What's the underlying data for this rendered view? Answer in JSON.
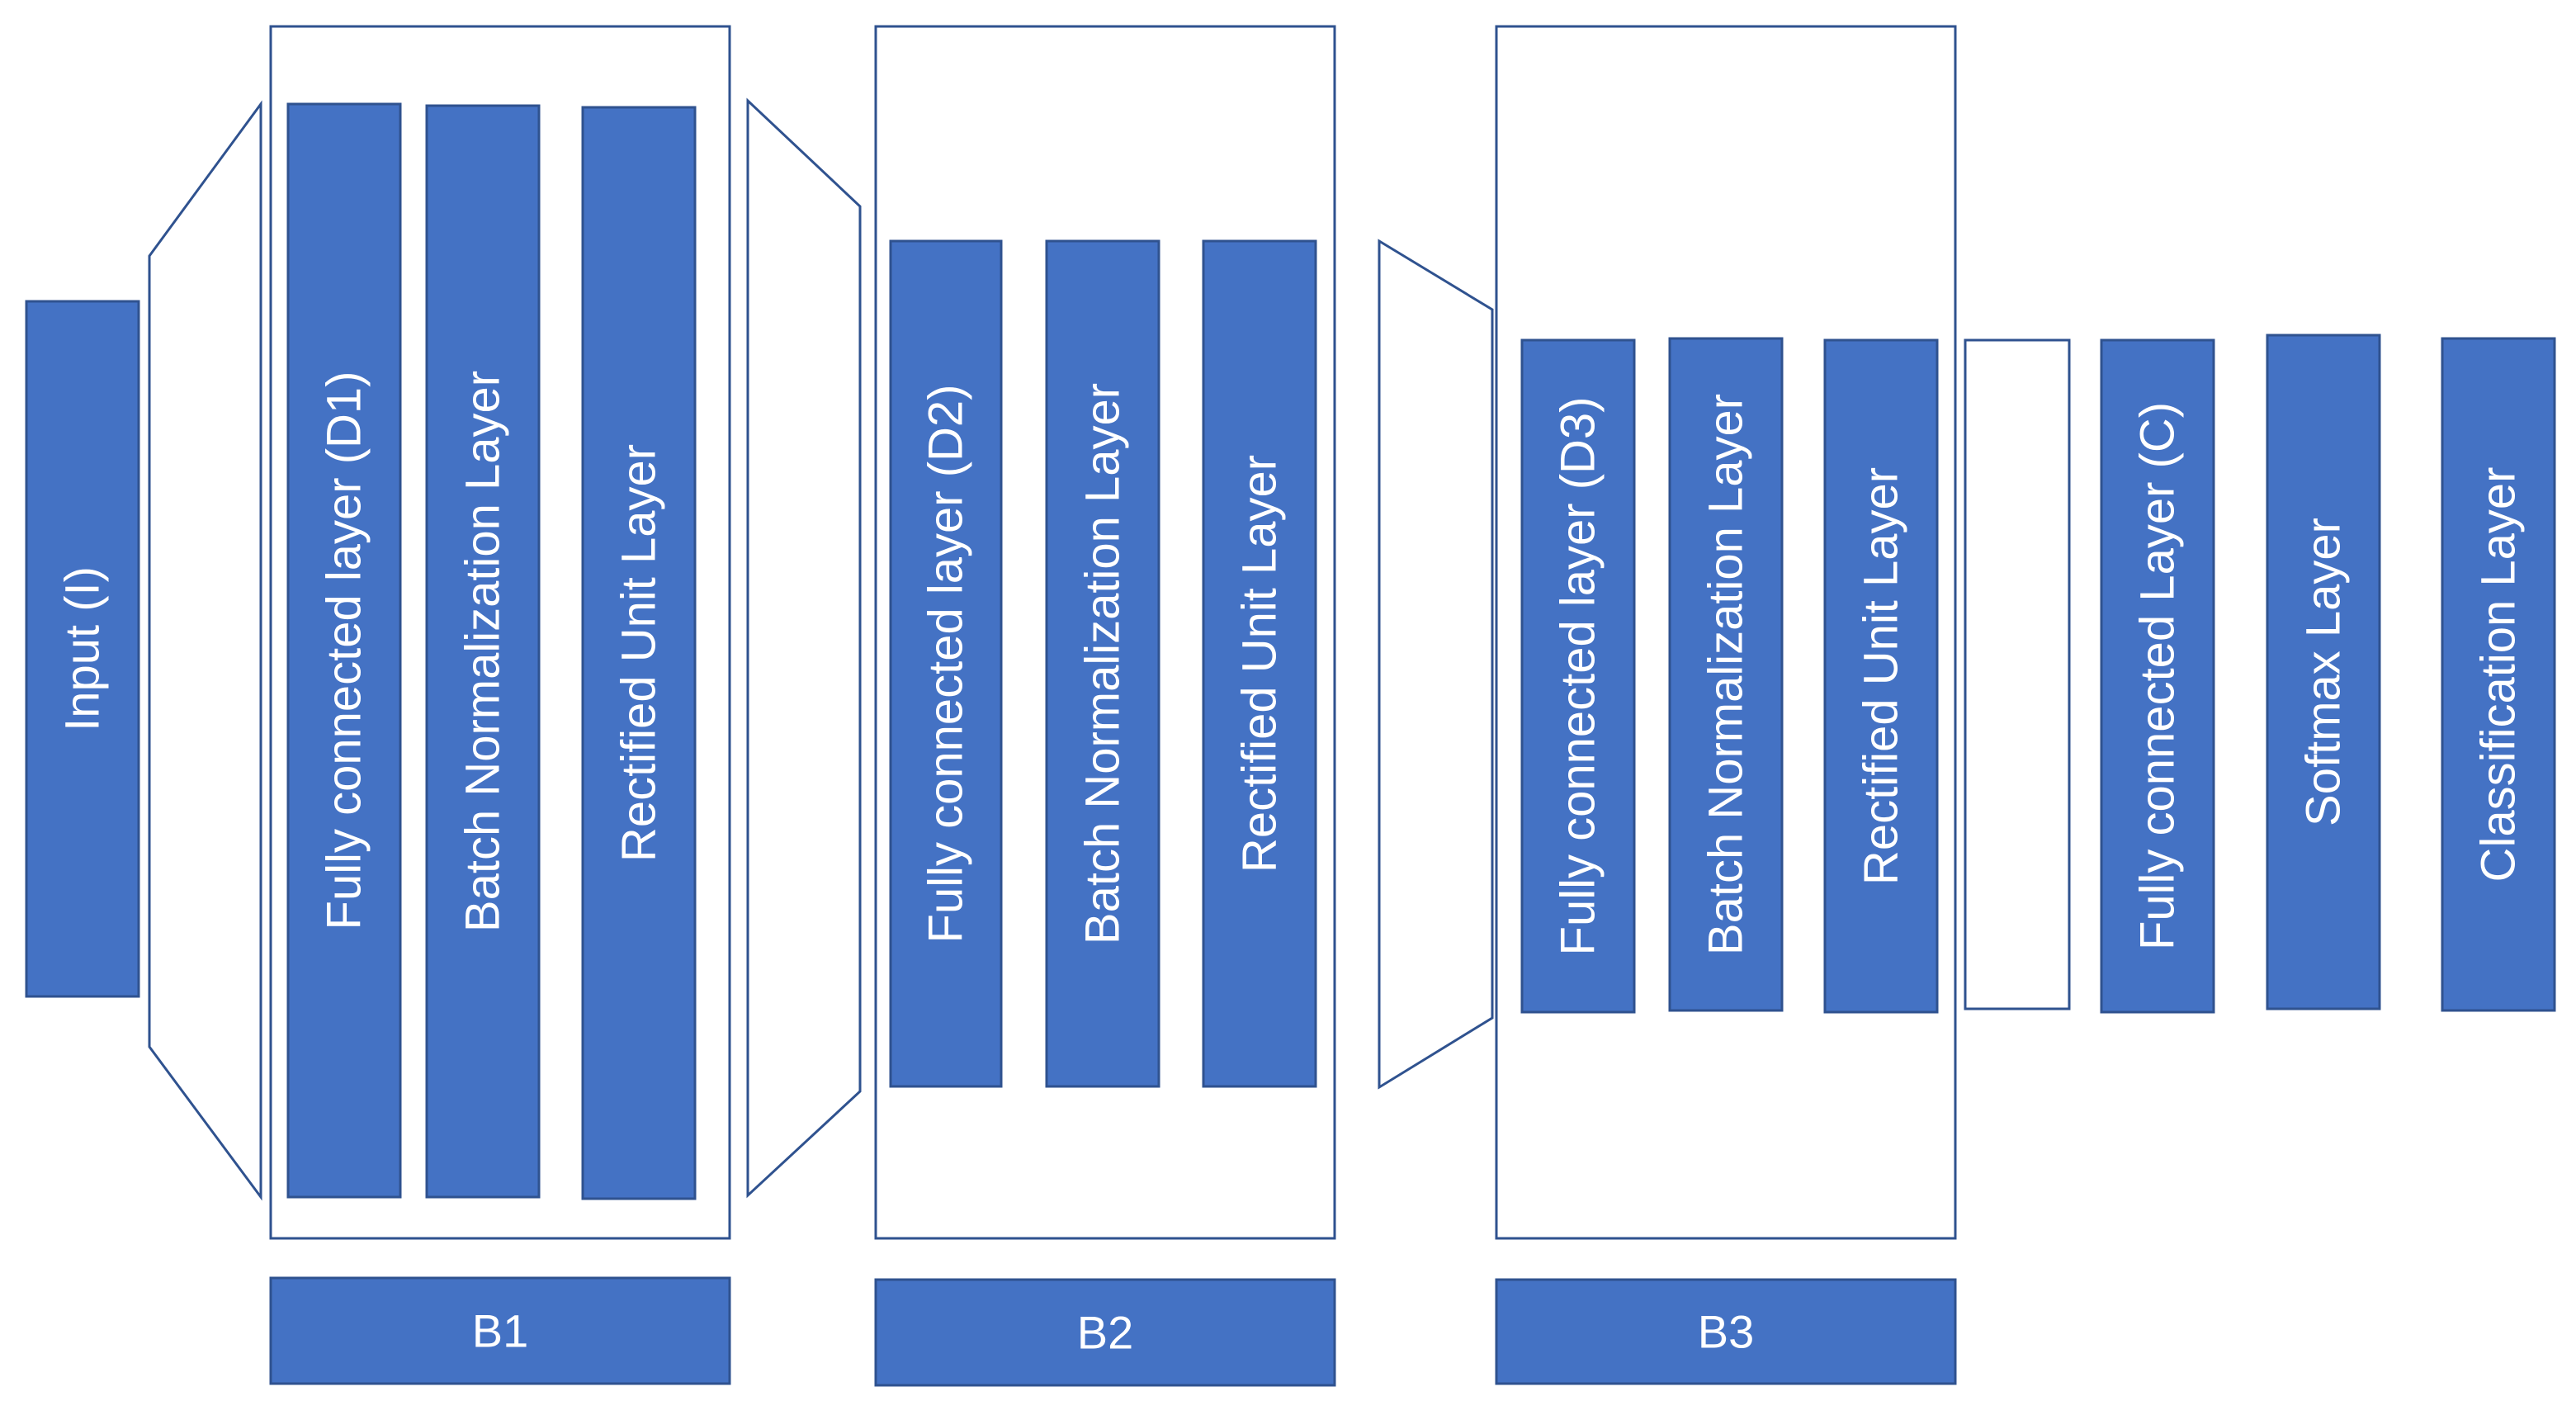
{
  "colors": {
    "layer_fill": "#4472c4",
    "layer_stroke": "#2f528f",
    "block_stroke": "#2f528f",
    "funnel_stroke": "#2f528f",
    "text": "#ffffff"
  },
  "input": {
    "label": "Input (I)"
  },
  "blocks": [
    {
      "label": "B1",
      "layers": [
        {
          "label": "Fully connected layer (D1)"
        },
        {
          "label": "Batch Normalization Layer"
        },
        {
          "label": "Rectified Unit Layer"
        }
      ]
    },
    {
      "label": "B2",
      "layers": [
        {
          "label": "Fully connected layer (D2)"
        },
        {
          "label": "Batch Normalization Layer"
        },
        {
          "label": "Rectified Unit Layer"
        }
      ]
    },
    {
      "label": "B3",
      "layers": [
        {
          "label": "Fully connected layer (D3)"
        },
        {
          "label": "Batch Normalization Layer"
        },
        {
          "label": "Rectified Unit Layer"
        }
      ]
    }
  ],
  "output": {
    "layers": [
      {
        "label": ""
      },
      {
        "label": "Fully connected Layer (C)"
      },
      {
        "label": "Softmax Layer"
      },
      {
        "label": "Classification Layer"
      }
    ]
  }
}
